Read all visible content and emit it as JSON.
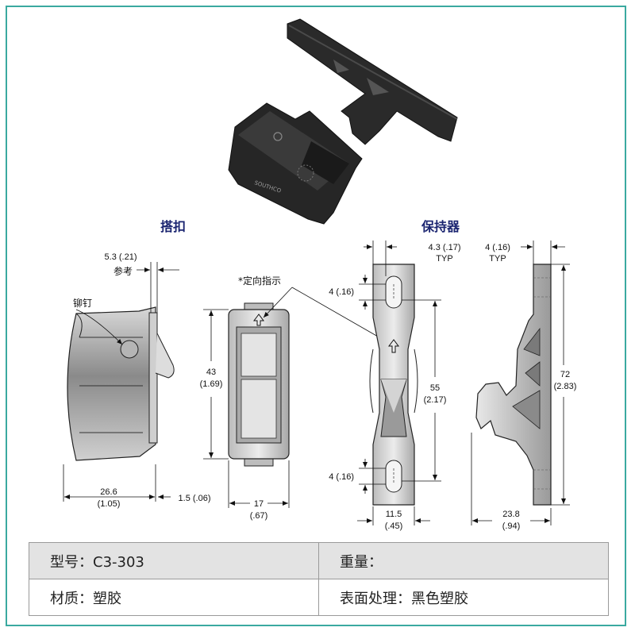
{
  "latch_title": "搭扣",
  "keeper_title": "保持器",
  "labels": {
    "reference": "参考",
    "rivet": "铆钉",
    "orientation": "*定向指示",
    "brand": "SOUTHCO"
  },
  "dims": {
    "d_5_3": "5.3 (.21)",
    "d_26_6": "26.6",
    "d_26_6_in": "(1.05)",
    "d_1_5": "1.5 (.06)",
    "d_43": "43",
    "d_43_in": "(1.69)",
    "d_17": "17",
    "d_17_in": "(.67)",
    "d_4_3": "4.3 (.17)",
    "typ": "TYP",
    "d_4_16_top": "4 (.16)",
    "d_4_16_bottom": "4 (.16)",
    "d_55": "55",
    "d_55_in": "(2.17)",
    "d_11_5": "11.5",
    "d_11_5_in": "(.45)",
    "d_4": "4 (.16)",
    "d_72": "72",
    "d_72_in": "(2.83)",
    "d_23_8": "23.8",
    "d_23_8_in": "(.94)"
  },
  "spec": {
    "model": "型号：C3-303",
    "weight": "重量：",
    "material": "材质：塑胶",
    "finish": "表面处理：黑色塑胶"
  },
  "colors": {
    "frame": "#3aa9a0",
    "title": "#1a2470",
    "table_header_bg": "#e3e3e3"
  }
}
